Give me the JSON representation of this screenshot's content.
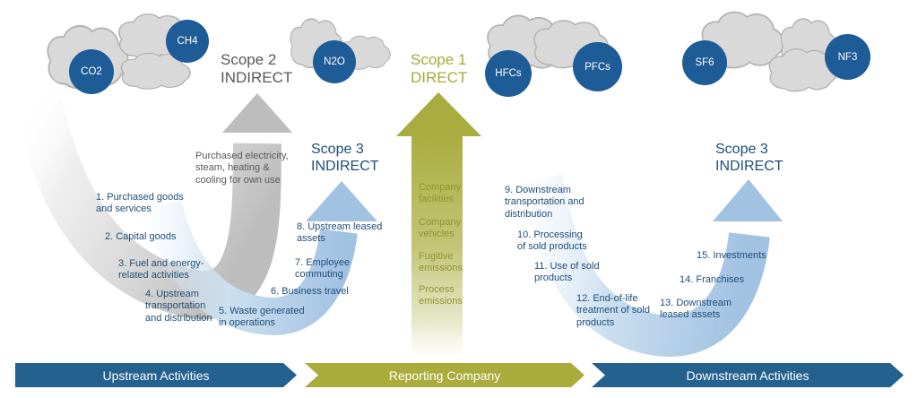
{
  "gases": {
    "co2": "CO2",
    "ch4": "CH4",
    "n2o": "N2O",
    "hfcs": "HFCs",
    "pfcs": "PFCs",
    "sf6": "SF6",
    "nf3": "NF3"
  },
  "scope2": {
    "title": "Scope 2",
    "type": "INDIRECT",
    "note": "Purchased electricity,\nsteam, heating &\ncooling for own use"
  },
  "scope1": {
    "title": "Scope 1",
    "type": "DIRECT",
    "items": [
      "Company\nfacilities",
      "Company\nvehicles",
      "Fugitive\nemissions",
      "Process\nemissions"
    ]
  },
  "scope3_upstream": {
    "title": "Scope 3",
    "type": "INDIRECT",
    "items": [
      "1. Purchased goods\nand services",
      "2. Capital goods",
      "3. Fuel and energy-\nrelated activities",
      "4. Upstream\ntransportation\nand distribution",
      "5. Waste generated\nin operations",
      "6. Business travel",
      "7. Employee\ncommuting",
      "8. Upstream leased\nassets"
    ]
  },
  "scope3_downstream": {
    "title": "Scope 3",
    "type": "INDIRECT",
    "items": [
      "9. Downstream\ntransportation and\ndistribution",
      "10. Processing\nof sold products",
      "11. Use of sold\nproducts",
      "12. End-of-life\ntreatment of sold\nproducts",
      "13. Downstream\nleased assets",
      "14. Franchises",
      "15. Investments"
    ]
  },
  "banners": {
    "upstream": "Upstream Activities",
    "reporting": "Reporting Company",
    "downstream": "Downstream Activities"
  },
  "colors": {
    "navy_badge": "#1e5c97",
    "banner_blue": "#25618f",
    "olive_green": "#a9ac3b",
    "steel_blue_arrow": "#a2c2e2",
    "gray_arrow": "#bdbdbd",
    "cloud_gray": "#d9d9d9",
    "text_navy": "#1f4e79",
    "text_gray": "#595959"
  }
}
